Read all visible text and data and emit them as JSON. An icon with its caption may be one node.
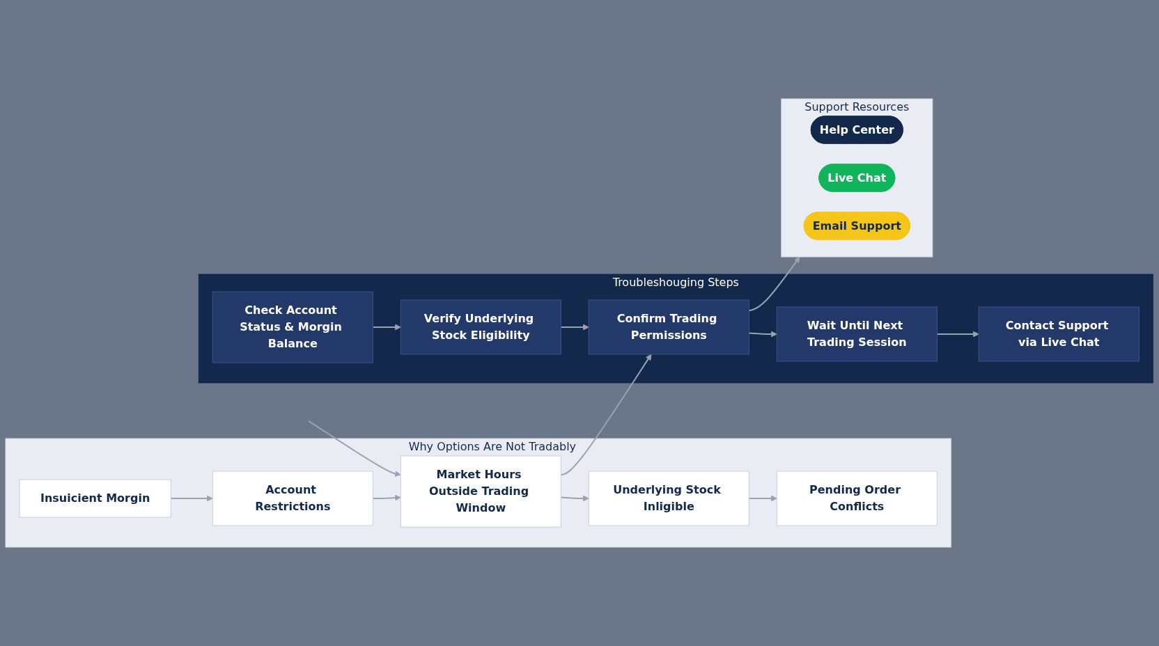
{
  "diagram": {
    "nodes": [
      {
        "text": [
          "Why Options Are Not Tradably"
        ]
      },
      {
        "text": [
          "Insuicient Morgin"
        ],
        "in": 0
      },
      {
        "text": [
          "Account Restrictions"
        ],
        "in": 0
      },
      {
        "text": [
          "Market Hours Outside Trading Window"
        ],
        "in": 0
      },
      {
        "text": [
          "Underlying Stock Inligible"
        ],
        "in": 0
      },
      {
        "text": [
          "Pending Order Conflicts"
        ],
        "in": 0
      },
      {
        "text": [
          "Troubleshouging Steps"
        ]
      },
      {
        "text": [
          "Check Account Status & Morgin Balance"
        ],
        "in": 6
      },
      {
        "text": [
          "Verify Underlying Stock Eligibility"
        ],
        "in": 6
      },
      {
        "text": [
          "Confirm Trading Permissions"
        ],
        "in": 6
      },
      {
        "text": [
          "Wait Until Next Trading Session"
        ],
        "in": 6
      },
      {
        "text": [
          "Contact Support via Live Chat"
        ],
        "in": 6
      },
      {
        "text": [
          "Support Resources"
        ]
      },
      {
        "text": [
          "Help Center"
        ],
        "in": 12
      },
      {
        "text": [
          "Live Chat"
        ],
        "in": 12
      },
      {
        "text": [
          "Email Support"
        ],
        "in": 12
      }
    ],
    "edges": [
      {
        "from": null,
        "to": 3,
        "arrow": "to"
      },
      {
        "from": 1,
        "to": 2,
        "arrow": "to"
      },
      {
        "from": 2,
        "to": 3,
        "arrow": "to"
      },
      {
        "from": 3,
        "to": 4,
        "arrow": "to"
      },
      {
        "from": 4,
        "to": 5,
        "arrow": "to"
      },
      {
        "from": 3,
        "to": 9,
        "arrow": "to"
      },
      {
        "from": 7,
        "to": 8,
        "arrow": "to"
      },
      {
        "from": 8,
        "to": 9,
        "arrow": "to"
      },
      {
        "from": 9,
        "to": 10,
        "arrow": "to"
      },
      {
        "from": 10,
        "to": 11,
        "arrow": "to"
      },
      {
        "from": 9,
        "to": 12,
        "arrow": "to"
      }
    ]
  }
}
